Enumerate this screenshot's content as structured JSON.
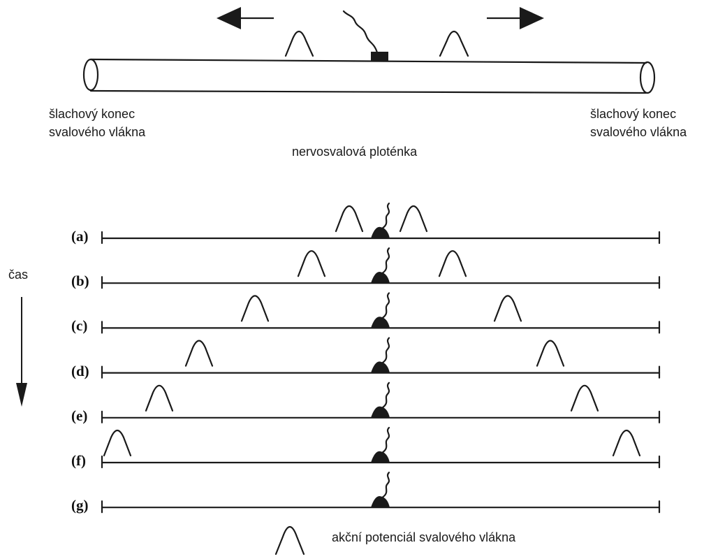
{
  "labels": {
    "left_end_line1": "šlachový konec",
    "left_end_line2": "svalového vlákna",
    "right_end_line1": "šlachový konec",
    "right_end_line2": "svalového vlákna",
    "endplate": "nervosvalová ploténka",
    "time": "čas",
    "legend": "akční potenciál svalového vlákna"
  },
  "rows": [
    {
      "label": "(a)",
      "spikes": [
        500,
        592
      ]
    },
    {
      "label": "(b)",
      "spikes": [
        446,
        648
      ]
    },
    {
      "label": "(c)",
      "spikes": [
        365,
        727
      ]
    },
    {
      "label": "(d)",
      "spikes": [
        285,
        788
      ]
    },
    {
      "label": "(e)",
      "spikes": [
        228,
        837
      ]
    },
    {
      "label": "(f)",
      "spikes": [
        168,
        897
      ]
    },
    {
      "label": "(g)",
      "spikes": []
    }
  ]
}
